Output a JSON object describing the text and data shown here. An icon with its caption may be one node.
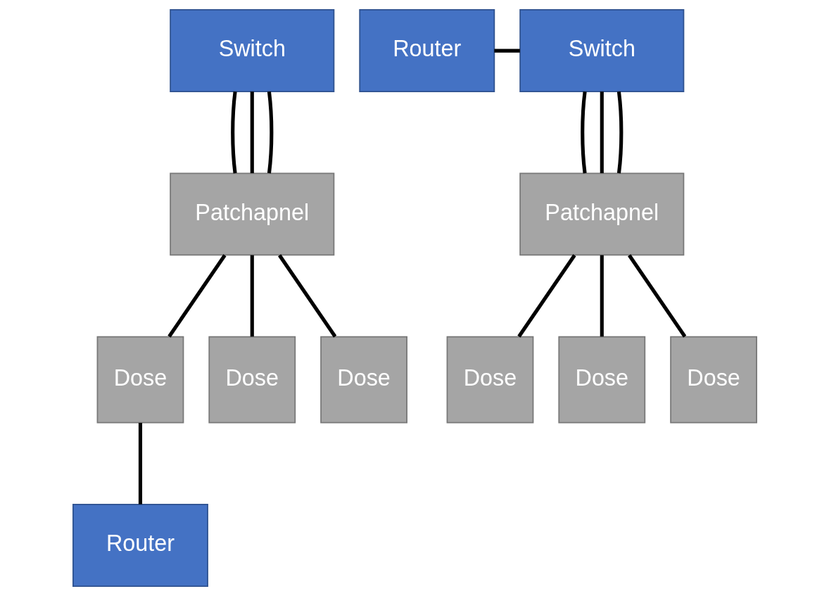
{
  "diagram": {
    "nodes": [
      {
        "text": [
          "Switch"
        ]
      },
      {
        "text": [
          "Router"
        ]
      },
      {
        "text": [
          "Switch"
        ]
      },
      {
        "text": [
          "Patchapnel"
        ]
      },
      {
        "text": [
          "Patchapnel"
        ]
      },
      {
        "text": [
          "Dose"
        ]
      },
      {
        "text": [
          "Dose"
        ]
      },
      {
        "text": [
          "Dose"
        ]
      },
      {
        "text": [
          "Dose"
        ]
      },
      {
        "text": [
          "Dose"
        ]
      },
      {
        "text": [
          "Dose"
        ]
      },
      {
        "text": [
          "Router"
        ]
      }
    ],
    "edges": [
      {
        "from": 0,
        "to": 3,
        "arrow": "none"
      },
      {
        "from": 0,
        "to": 3,
        "arrow": "none"
      },
      {
        "from": 0,
        "to": 3,
        "arrow": "none"
      },
      {
        "from": 1,
        "to": 2,
        "arrow": "none"
      },
      {
        "from": 2,
        "to": 4,
        "arrow": "none"
      },
      {
        "from": 2,
        "to": 4,
        "arrow": "none"
      },
      {
        "from": 2,
        "to": 4,
        "arrow": "none"
      },
      {
        "from": 3,
        "to": 5,
        "arrow": "none"
      },
      {
        "from": 3,
        "to": 6,
        "arrow": "none"
      },
      {
        "from": 3,
        "to": 7,
        "arrow": "none"
      },
      {
        "from": 5,
        "to": 11,
        "arrow": "none"
      },
      {
        "from": 4,
        "to": 8,
        "arrow": "none"
      },
      {
        "from": 4,
        "to": 9,
        "arrow": "none"
      },
      {
        "from": 4,
        "to": 10,
        "arrow": "none"
      }
    ]
  }
}
